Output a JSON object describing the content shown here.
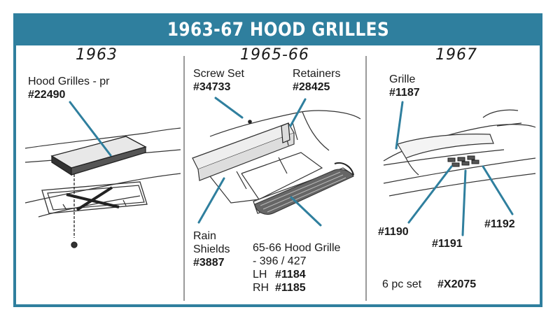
{
  "title": "1963-67 HOOD GRILLES",
  "colors": {
    "banner": "#2f7f9e",
    "border": "#2f7f9e",
    "leader": "#2f7f9e"
  },
  "sections": [
    {
      "year": "1963",
      "callouts": [
        {
          "label": "Hood Grilles - pr",
          "part": "#22490"
        }
      ]
    },
    {
      "year": "1965-66",
      "callouts": [
        {
          "label": "Screw Set",
          "part": "#34733"
        },
        {
          "label": "Retainers",
          "part": "#28425"
        },
        {
          "label_lines": [
            "Rain",
            "Shields"
          ],
          "part": "#3887"
        },
        {
          "label_lines": [
            "65-66 Hood Grille",
            "- 396 / 427"
          ],
          "variants": [
            {
              "side": "LH",
              "part": "#1184"
            },
            {
              "side": "RH",
              "part": "#1185"
            }
          ]
        }
      ]
    },
    {
      "year": "1967",
      "callouts": [
        {
          "label": "Grille",
          "part": "#1187"
        },
        {
          "part": "#1190"
        },
        {
          "part": "#1191"
        },
        {
          "part": "#1192"
        },
        {
          "label": "6 pc set",
          "part": "#X2075"
        }
      ]
    }
  ]
}
